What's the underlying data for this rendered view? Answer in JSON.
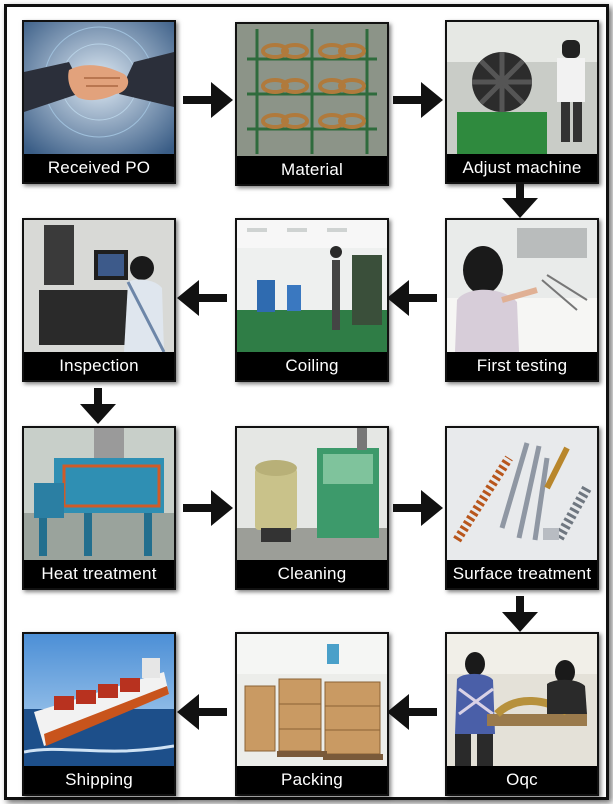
{
  "steps": [
    {
      "label": "Received PO",
      "icon": "handshake-icon"
    },
    {
      "label": "Material",
      "icon": "spring-coils-rack-icon"
    },
    {
      "label": "Adjust machine",
      "icon": "spring-machine-icon"
    },
    {
      "label": "First testing",
      "icon": "worker-testing-icon"
    },
    {
      "label": "Coiling",
      "icon": "factory-floor-icon"
    },
    {
      "label": "Inspection",
      "icon": "inspection-station-icon"
    },
    {
      "label": "Heat treatment",
      "icon": "oven-icon"
    },
    {
      "label": "Cleaning",
      "icon": "cleaning-machine-icon"
    },
    {
      "label": "Surface treatment",
      "icon": "springs-icon"
    },
    {
      "label": "Oqc",
      "icon": "workers-table-icon"
    },
    {
      "label": "Packing",
      "icon": "cartons-icon"
    },
    {
      "label": "Shipping",
      "icon": "cargo-ship-icon"
    }
  ],
  "colors": {
    "caption_bg": "#000000",
    "caption_text": "#ffffff",
    "arrow": "#111111",
    "border": "#111111"
  }
}
